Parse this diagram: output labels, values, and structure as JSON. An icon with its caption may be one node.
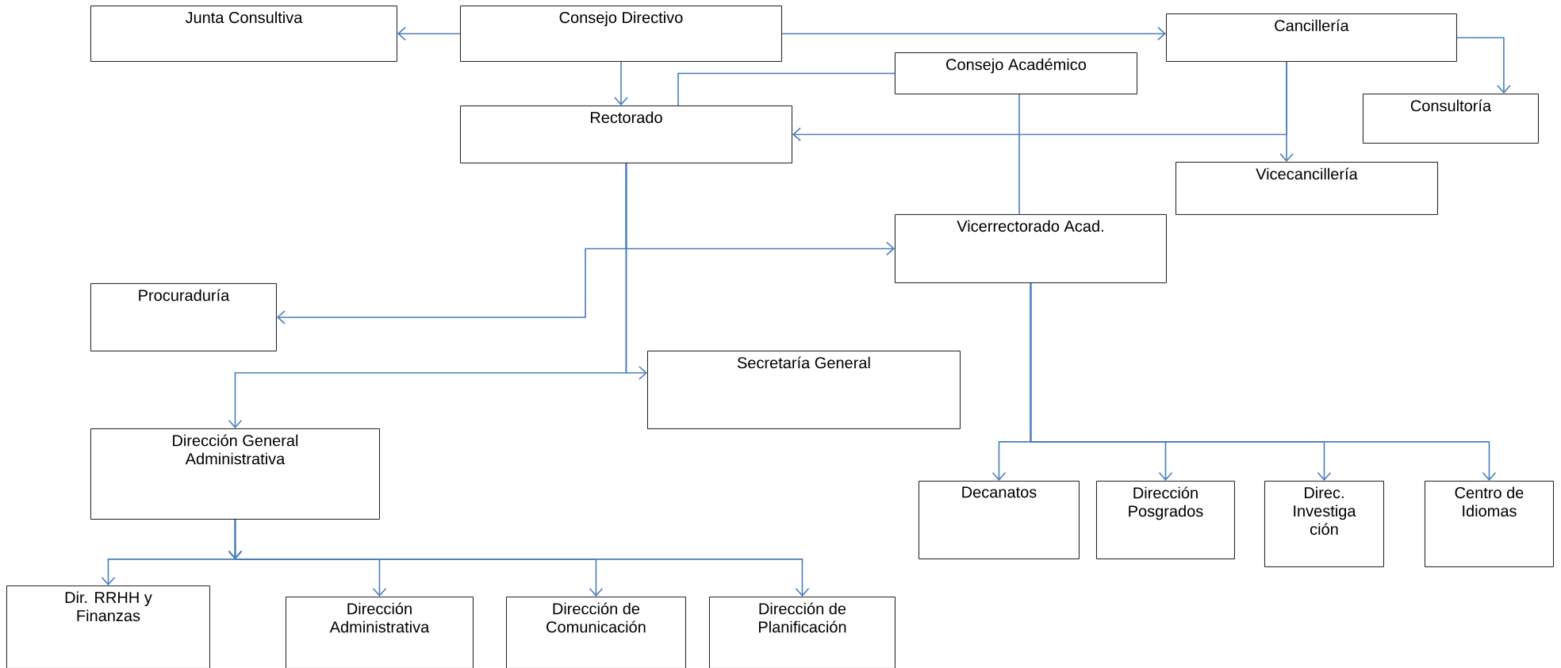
{
  "diagram": {
    "nodes": [
      {
        "text": [
          "Junta Consultiva"
        ]
      },
      {
        "text": [
          "Consejo Directivo"
        ]
      },
      {
        "text": [
          "Cancillería"
        ]
      },
      {
        "text": [
          "Consejo Académico"
        ]
      },
      {
        "text": [
          "Rectorado"
        ]
      },
      {
        "text": [
          "Consultoría"
        ]
      },
      {
        "text": [
          "Vicecancillería"
        ]
      },
      {
        "text": [
          "Vicerrectorado Acad."
        ]
      },
      {
        "text": [
          "Procuraduría"
        ]
      },
      {
        "text": [
          "Secretaría General"
        ]
      },
      {
        "text": [
          "Dirección General Administrativa"
        ]
      },
      {
        "text": [
          "Dir. RRHH y Finanzas"
        ]
      },
      {
        "text": [
          "Dirección Administrativa"
        ]
      },
      {
        "text": [
          "Dirección de Comunicación"
        ]
      },
      {
        "text": [
          "Dirección de Planificación"
        ]
      },
      {
        "text": [
          "Decanatos"
        ]
      },
      {
        "text": [
          "Dirección Posgrados"
        ]
      },
      {
        "text": [
          "Direc. Investiga ción"
        ]
      },
      {
        "text": [
          "Centro de Idiomas"
        ]
      }
    ],
    "edges": [
      {
        "from": 1,
        "to": 0,
        "arrow": "to"
      },
      {
        "from": 1,
        "to": 2,
        "arrow": "to"
      },
      {
        "from": 1,
        "to": 4,
        "arrow": "to"
      },
      {
        "from": 3,
        "to": 4,
        "arrow": "none"
      },
      {
        "from": 2,
        "to": 5,
        "arrow": "to"
      },
      {
        "from": 2,
        "to": 6,
        "arrow": "to"
      },
      {
        "from": 2,
        "to": 4,
        "arrow": "to"
      },
      {
        "from": 3,
        "to": 7,
        "arrow": "none"
      },
      {
        "from": 4,
        "to": 7,
        "arrow": "to"
      },
      {
        "from": 4,
        "to": 8,
        "arrow": "to"
      },
      {
        "from": 4,
        "to": 9,
        "arrow": "to"
      },
      {
        "from": 4,
        "to": 10,
        "arrow": "to"
      },
      {
        "from": 7,
        "to": 15,
        "arrow": "to"
      },
      {
        "from": 7,
        "to": 16,
        "arrow": "to"
      },
      {
        "from": 7,
        "to": 17,
        "arrow": "to"
      },
      {
        "from": 7,
        "to": 18,
        "arrow": "to"
      },
      {
        "from": 10,
        "to": 11,
        "arrow": "to"
      },
      {
        "from": 10,
        "to": 12,
        "arrow": "to"
      },
      {
        "from": 10,
        "to": 13,
        "arrow": "to"
      },
      {
        "from": 10,
        "to": 14,
        "arrow": "to"
      }
    ]
  }
}
